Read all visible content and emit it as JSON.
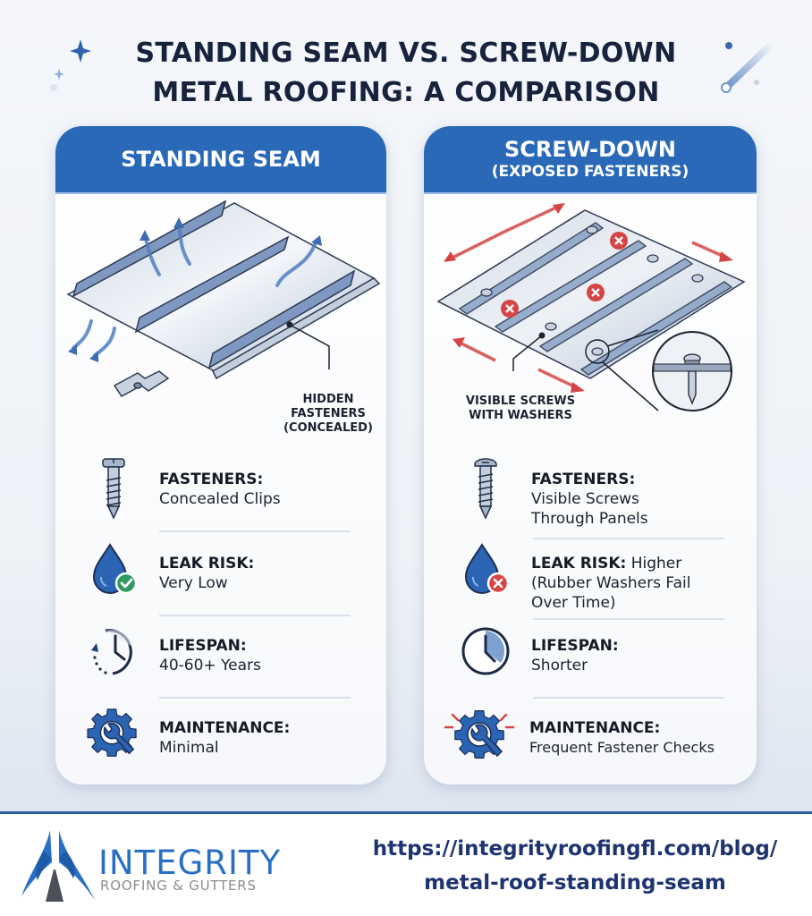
{
  "title": {
    "line1": "STANDING SEAM VS. SCREW-DOWN",
    "line2": "METAL ROOFING: A COMPARISON"
  },
  "colors": {
    "header_blue": "#2a68b8",
    "title_navy": "#17223d",
    "success_green": "#2f9a63",
    "danger_red": "#d64545",
    "url_navy": "#1e3470",
    "brand_blue": "#2a6fc5",
    "brand_gray": "#8a8d92"
  },
  "left_card": {
    "header": "STANDING SEAM",
    "illustration_icon": "standing-seam-panel-illustration",
    "callout": [
      "HIDDEN",
      "FASTENERS",
      "(CONCEALED)"
    ],
    "features": [
      {
        "icon": "screw-icon",
        "label": "FASTENERS:",
        "value": "Concealed Clips"
      },
      {
        "icon": "water-drop-check-icon",
        "label": "LEAK RISK:",
        "value": "Very Low"
      },
      {
        "icon": "clock-history-icon",
        "label": "LIFESPAN:",
        "value": "40-60+ Years"
      },
      {
        "icon": "gear-wrench-icon",
        "label": "MAINTENANCE:",
        "value": "Minimal"
      }
    ]
  },
  "right_card": {
    "header_line1": "SCREW-DOWN",
    "header_line2": "(EXPOSED FASTENERS)",
    "illustration_icon": "corrugated-panel-illustration",
    "callout": [
      "VISIBLE SCREWS",
      "WITH WASHERS"
    ],
    "features": [
      {
        "icon": "screw-icon",
        "label": "FASTENERS:",
        "value_lines": [
          "Visible Screws",
          "Through Panels"
        ]
      },
      {
        "icon": "water-drop-x-icon",
        "label": "LEAK RISK:",
        "label_suffix": " Higher",
        "value_lines": [
          "(Rubber Washers Fail",
          "Over Time)"
        ]
      },
      {
        "icon": "clock-icon",
        "label": "LIFESPAN:",
        "value": "Shorter"
      },
      {
        "icon": "gear-wrench-alert-icon",
        "label": "MAINTENANCE:",
        "value": "Frequent Fastener Checks"
      }
    ]
  },
  "footer": {
    "brand_name": "INTEGRITY",
    "brand_sub": "ROOFING & GUTTERS",
    "url_line1": "https://integrityroofingfl.com/blog/",
    "url_line2": "metal-roof-standing-seam"
  }
}
